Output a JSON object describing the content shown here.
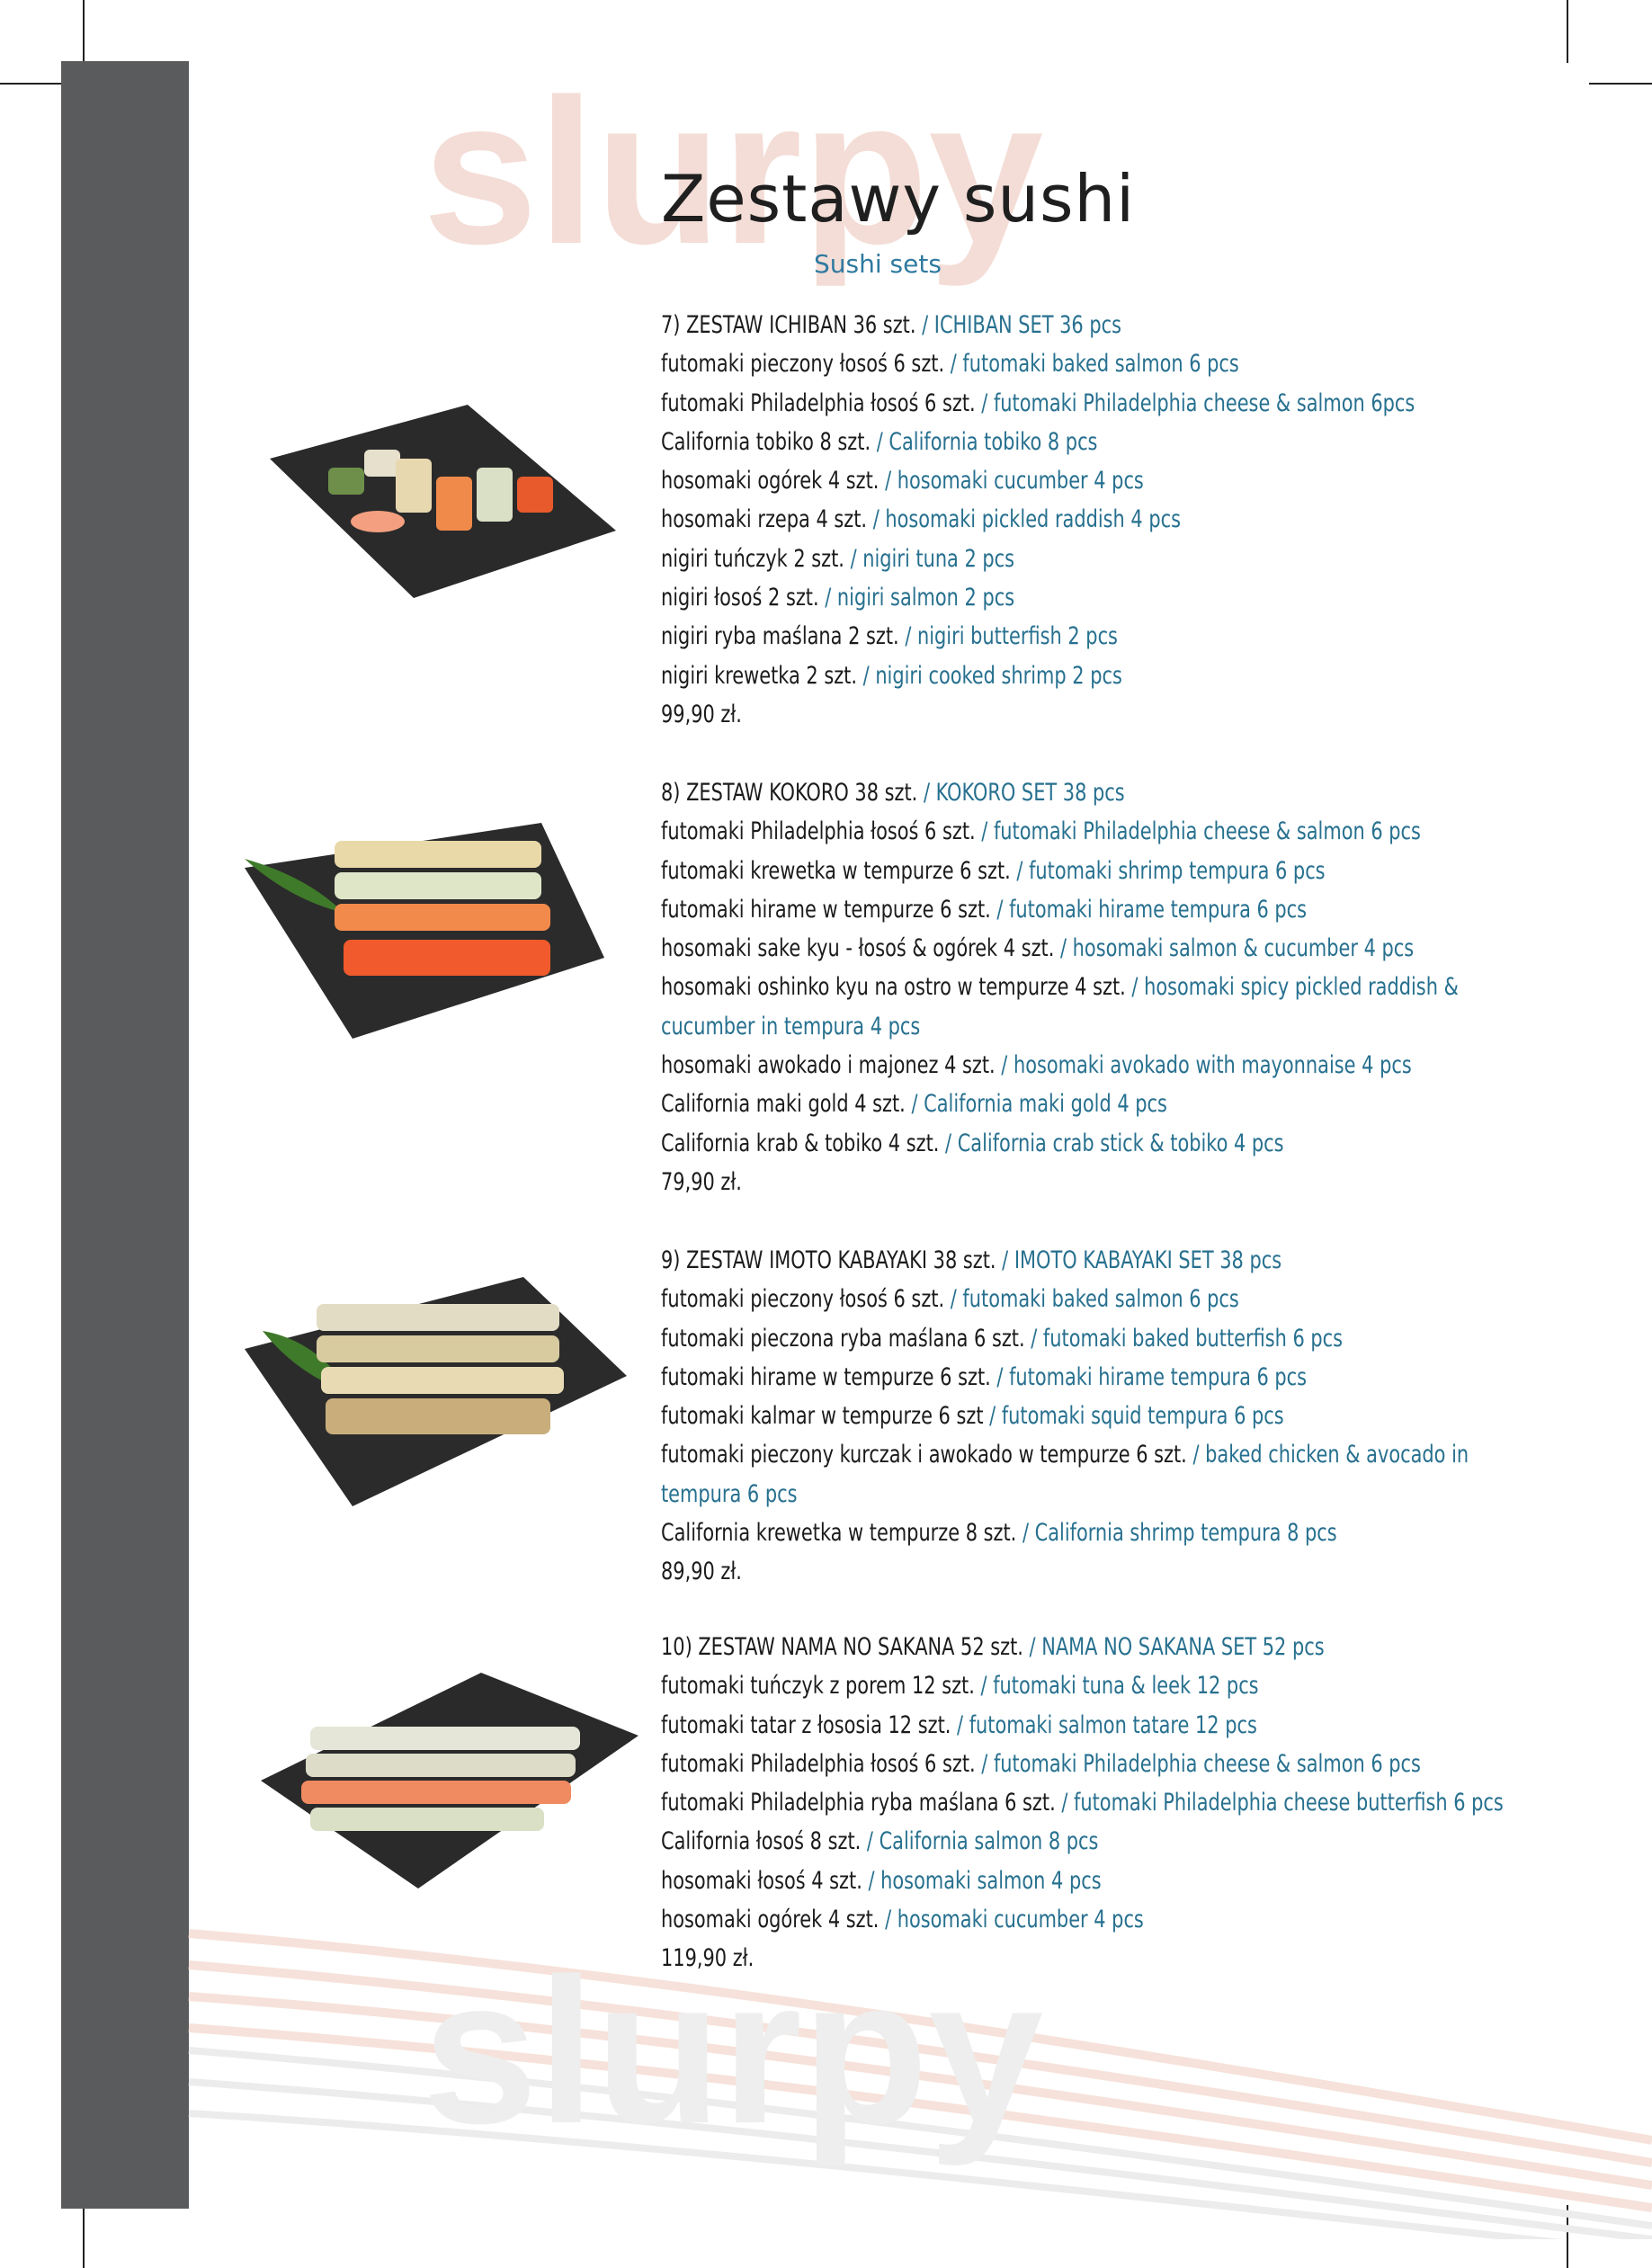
{
  "page": {
    "title": "Zestawy sushi",
    "subtitle": "Sushi sets",
    "watermark": "slurpy"
  },
  "sets": [
    {
      "header": {
        "pl": "7) ZESTAW ICHIBAN 36 szt.",
        "en": " / ICHIBAN SET 36 pcs"
      },
      "items": [
        {
          "pl": "futomaki pieczony łosoś 6 szt.",
          "en": " / futomaki baked salmon 6 pcs"
        },
        {
          "pl": "futomaki Philadelphia łosoś 6 szt.",
          "en": " / futomaki Philadelphia cheese & salmon 6pcs"
        },
        {
          "pl": "California tobiko 8 szt.",
          "en": " / California tobiko 8 pcs"
        },
        {
          "pl": "hosomaki ogórek 4 szt.",
          "en": " / hosomaki cucumber 4 pcs"
        },
        {
          "pl": "hosomaki rzepa 4 szt.",
          "en": " / hosomaki pickled raddish 4 pcs"
        },
        {
          "pl": "nigiri tuńczyk 2 szt.",
          "en": " / nigiri tuna 2 pcs"
        },
        {
          "pl": "nigiri łosoś 2 szt.",
          "en": " / nigiri salmon 2 pcs"
        },
        {
          "pl": "nigiri ryba maślana 2 szt.",
          "en": " / nigiri butterfish 2 pcs"
        },
        {
          "pl": "nigiri krewetka 2 szt.",
          "en": " / nigiri cooked shrimp 2 pcs"
        }
      ],
      "price": "99,90 zł."
    },
    {
      "header": {
        "pl": "8) ZESTAW KOKORO 38 szt.",
        "en": " / KOKORO SET 38 pcs"
      },
      "items": [
        {
          "pl": "futomaki Philadelphia łosoś 6 szt.",
          "en": " / futomaki Philadelphia cheese & salmon 6 pcs"
        },
        {
          "pl": "futomaki krewetka w tempurze 6 szt.",
          "en": " / futomaki shrimp tempura 6 pcs"
        },
        {
          "pl": "futomaki hirame w tempurze 6 szt.",
          "en": " / futomaki hirame tempura 6 pcs"
        },
        {
          "pl": "hosomaki sake kyu - łosoś & ogórek 4 szt.",
          "en": " / hosomaki salmon & cucumber 4 pcs"
        },
        {
          "pl": "hosomaki oshinko kyu na ostro w tempurze 4 szt.",
          "en": " / hosomaki spicy pickled raddish & cucumber in tempura 4 pcs"
        },
        {
          "pl": "hosomaki awokado i majonez 4 szt.",
          "en": " / hosomaki avokado with mayonnaise 4 pcs"
        },
        {
          "pl": "California maki gold 4 szt.",
          "en": " / California maki gold 4 pcs"
        },
        {
          "pl": "California krab & tobiko 4 szt.",
          "en": " / California crab stick & tobiko 4 pcs"
        }
      ],
      "price": "79,90 zł."
    },
    {
      "header": {
        "pl": "9) ZESTAW IMOTO KABAYAKI 38 szt.",
        "en": " / IMOTO KABAYAKI SET 38 pcs"
      },
      "items": [
        {
          "pl": "futomaki pieczony łosoś 6 szt.",
          "en": " / futomaki baked salmon 6 pcs"
        },
        {
          "pl": "futomaki pieczona ryba maślana 6 szt.",
          "en": " / futomaki baked butterfish 6 pcs"
        },
        {
          "pl": "futomaki hirame w tempurze 6 szt.",
          "en": " / futomaki hirame tempura 6 pcs"
        },
        {
          "pl": "futomaki kalmar w tempurze 6 szt",
          "en": " / futomaki squid tempura 6 pcs"
        },
        {
          "pl": "futomaki pieczony kurczak i awokado w tempurze 6 szt.",
          "en": " / baked chicken & avocado in tempura 6 pcs"
        },
        {
          "pl": "California krewetka w tempurze 8 szt.",
          "en": " / California shrimp tempura 8 pcs"
        }
      ],
      "price": "89,90 zł."
    },
    {
      "header": {
        "pl": "10) ZESTAW NAMA NO SAKANA 52 szt.",
        "en": " / NAMA NO SAKANA SET 52 pcs"
      },
      "items": [
        {
          "pl": "futomaki tuńczyk z porem 12 szt.",
          "en": " / futomaki tuna & leek 12 pcs"
        },
        {
          "pl": "futomaki tatar z łososia 12 szt.",
          "en": " / futomaki salmon tatare 12 pcs"
        },
        {
          "pl": "futomaki Philadelphia łosoś 6 szt.",
          "en": " / futomaki Philadelphia cheese & salmon 6 pcs"
        },
        {
          "pl": "futomaki Philadelphia ryba maślana 6 szt.",
          "en": " / futomaki Philadelphia cheese butterfish 6 pcs"
        },
        {
          "pl": "California łosoś 8 szt.",
          "en": " / California salmon 8 pcs"
        },
        {
          "pl": "hosomaki łosoś 4 szt.",
          "en": " / hosomaki salmon 4 pcs"
        },
        {
          "pl": "hosomaki ogórek 4 szt.",
          "en": " / hosomaki cucumber 4 pcs"
        }
      ],
      "price": "119,90 zł."
    }
  ],
  "colors": {
    "text": "#1b1b1b",
    "accent_blue": "#27708f",
    "sidebar_gray": "#5a5b5d",
    "watermark": "#f3d9d2"
  }
}
